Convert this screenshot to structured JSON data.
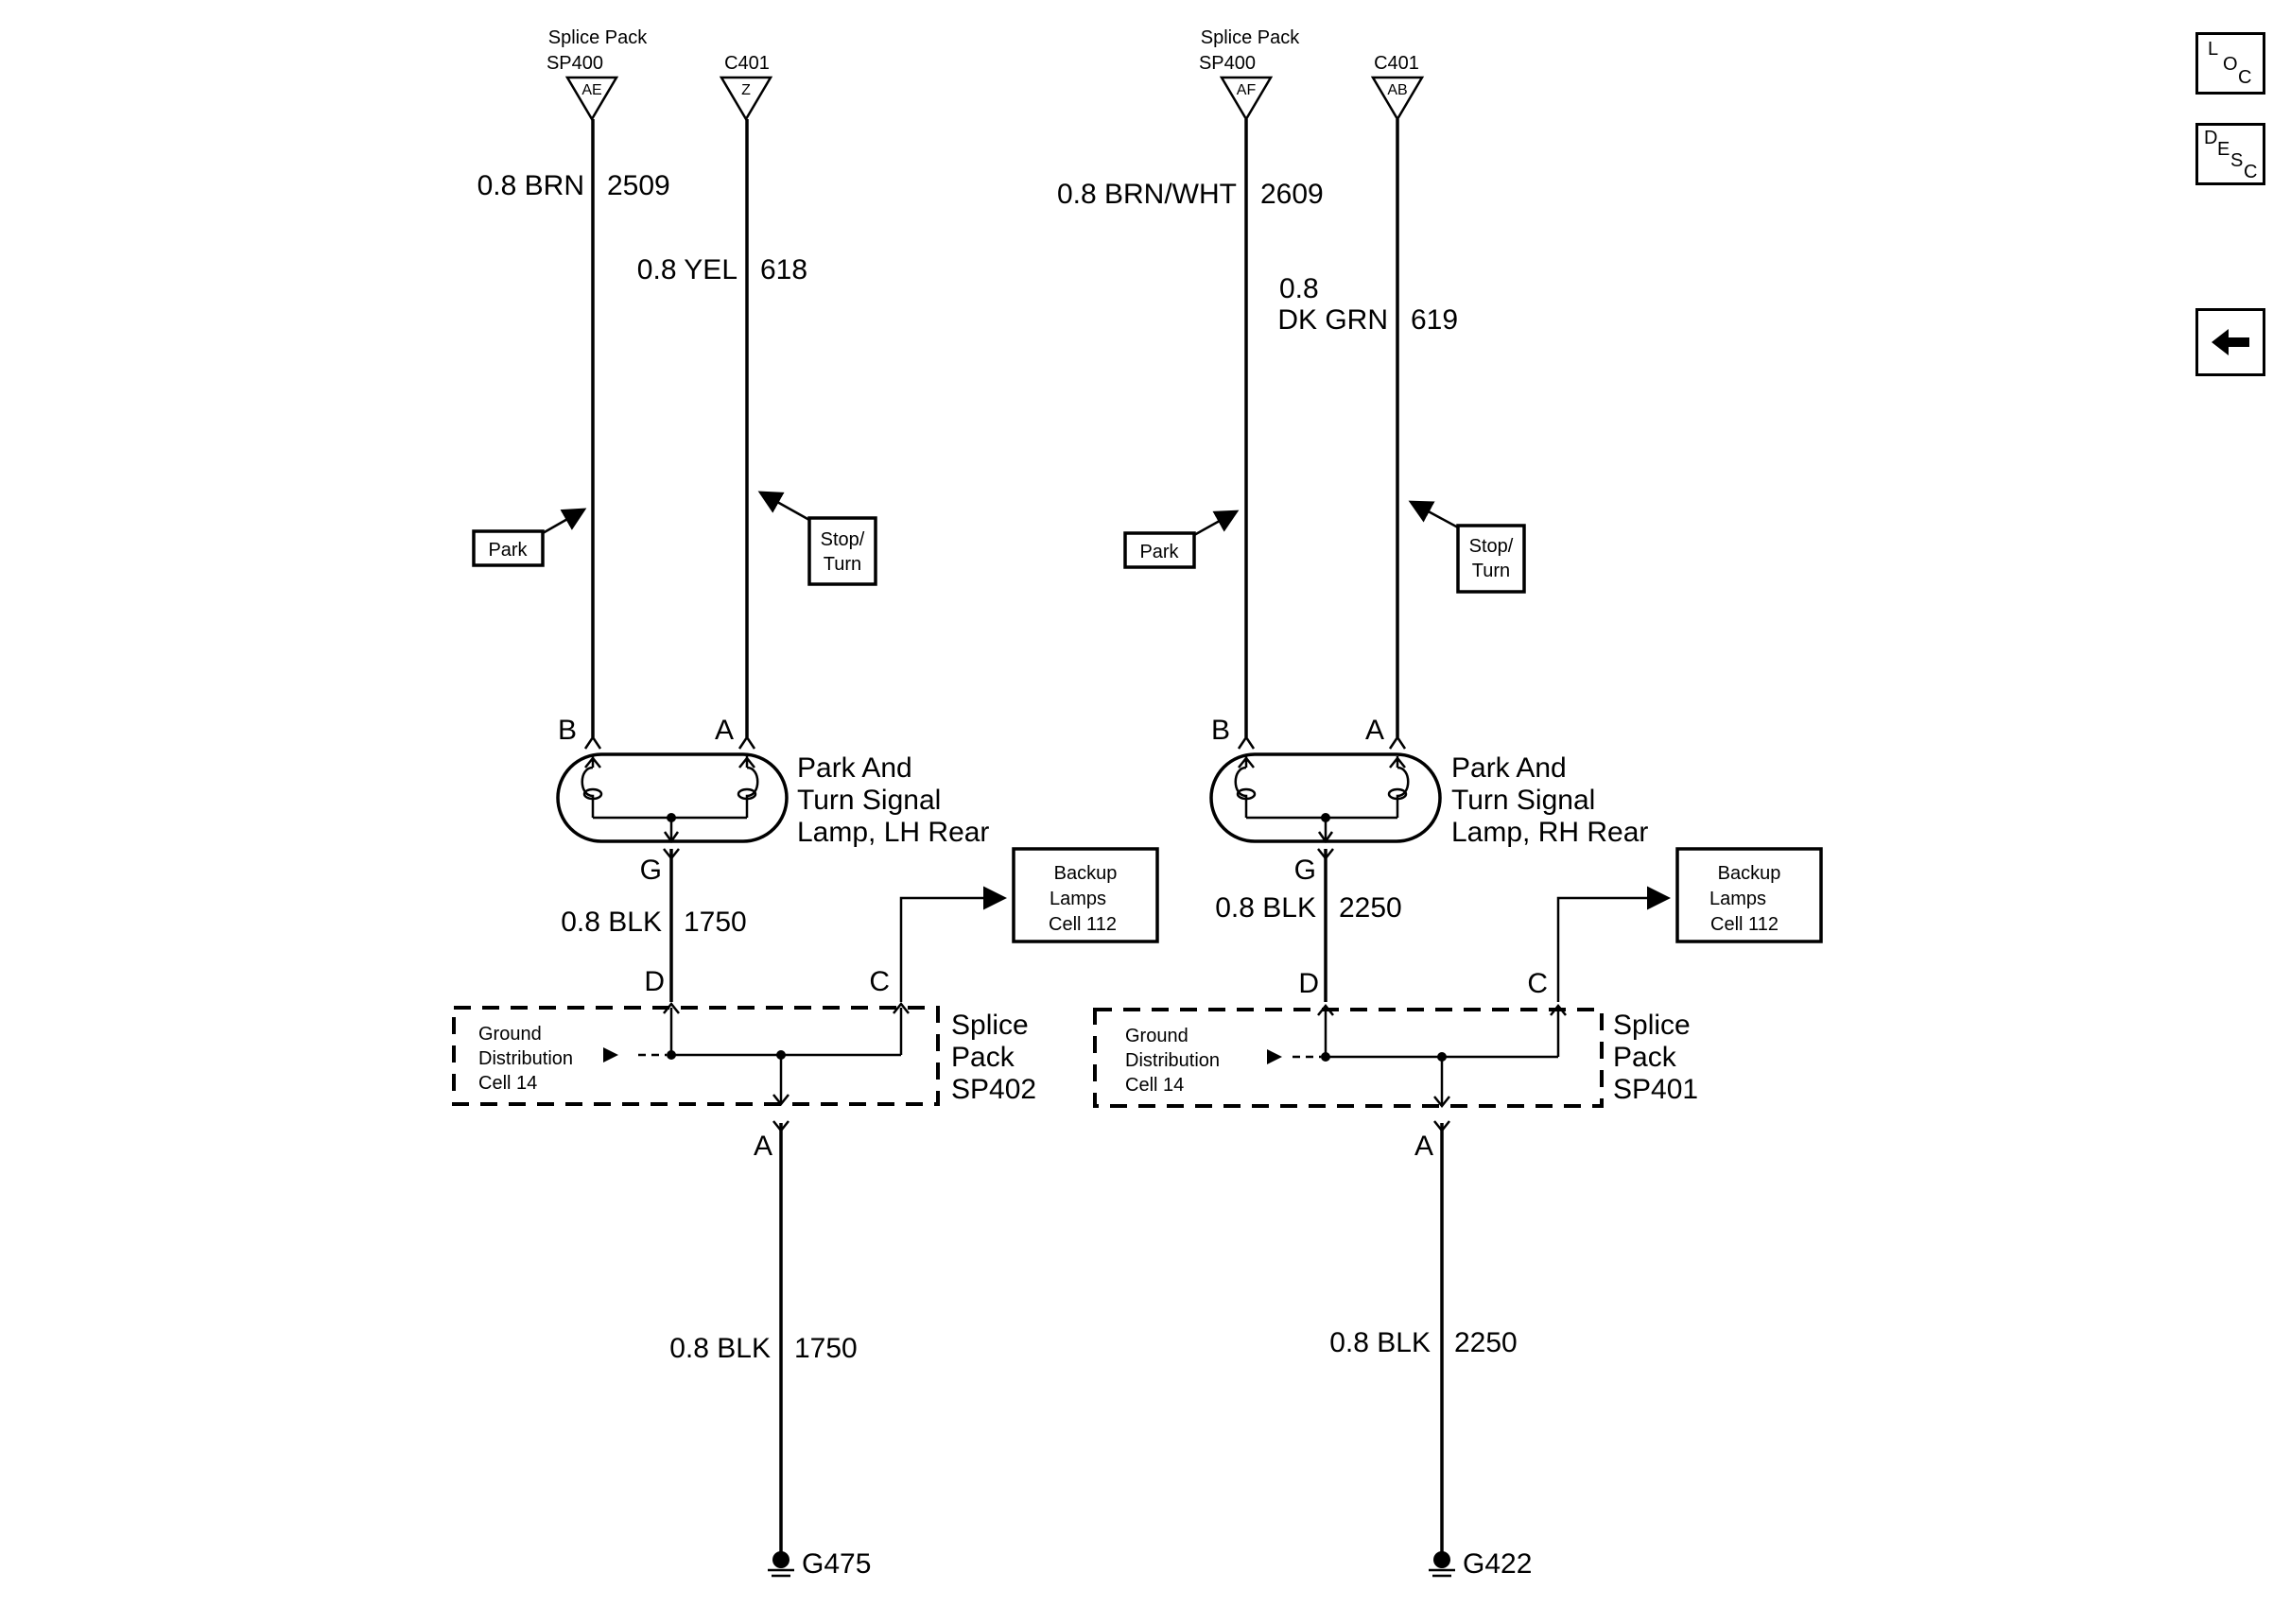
{
  "nav": {
    "loc": {
      "l1": "L",
      "l2": "O",
      "l3": "C"
    },
    "desc": {
      "l1": "D",
      "l2": "E",
      "l3": "S",
      "l4": "C"
    },
    "back_icon": "left-arrow-icon"
  },
  "left": {
    "connector1": {
      "title1": "Splice Pack",
      "title2": "SP400",
      "pin": "AE"
    },
    "connector2": {
      "title": "C401",
      "pin": "Z"
    },
    "wire1": {
      "spec": "0.8 BRN",
      "circuit": "2509"
    },
    "wire2": {
      "spec": "0.8 YEL",
      "circuit": "618"
    },
    "park_label": "Park",
    "stopturn": {
      "line1": "Stop/",
      "line2": "Turn"
    },
    "pin_b": "B",
    "pin_a": "A",
    "pin_g": "G",
    "lamp": {
      "line1": "Park And",
      "line2": "Turn Signal",
      "line3": "Lamp, LH Rear"
    },
    "wire_g": {
      "spec": "0.8 BLK",
      "circuit": "1750"
    },
    "backup": {
      "line1": "Backup",
      "line2": "Lamps",
      "line3": "Cell 112"
    },
    "pin_d": "D",
    "pin_c": "C",
    "ground_dist": {
      "line1": "Ground",
      "line2": "Distribution",
      "line3": "Cell 14"
    },
    "splice": {
      "line1": "Splice",
      "line2": "Pack",
      "line3": "SP402"
    },
    "pin_a2": "A",
    "wire_bottom": {
      "spec": "0.8 BLK",
      "circuit": "1750"
    },
    "ground": "G475"
  },
  "right": {
    "connector1": {
      "title1": "Splice Pack",
      "title2": "SP400",
      "pin": "AF"
    },
    "connector2": {
      "title": "C401",
      "pin": "AB"
    },
    "wire1": {
      "spec": "0.8 BRN/WHT",
      "circuit": "2609"
    },
    "wire2": {
      "spec_line1": "0.8",
      "spec_line2": "DK GRN",
      "circuit": "619"
    },
    "park_label": "Park",
    "stopturn": {
      "line1": "Stop/",
      "line2": "Turn"
    },
    "pin_b": "B",
    "pin_a": "A",
    "pin_g": "G",
    "lamp": {
      "line1": "Park And",
      "line2": "Turn Signal",
      "line3": "Lamp, RH Rear"
    },
    "wire_g": {
      "spec": "0.8 BLK",
      "circuit": "2250"
    },
    "backup": {
      "line1": "Backup",
      "line2": "Lamps",
      "line3": "Cell 112"
    },
    "pin_d": "D",
    "pin_c": "C",
    "ground_dist": {
      "line1": "Ground",
      "line2": "Distribution",
      "line3": "Cell 14"
    },
    "splice": {
      "line1": "Splice",
      "line2": "Pack",
      "line3": "SP401"
    },
    "pin_a2": "A",
    "wire_bottom": {
      "spec": "0.8 BLK",
      "circuit": "2250"
    },
    "ground": "G422"
  }
}
